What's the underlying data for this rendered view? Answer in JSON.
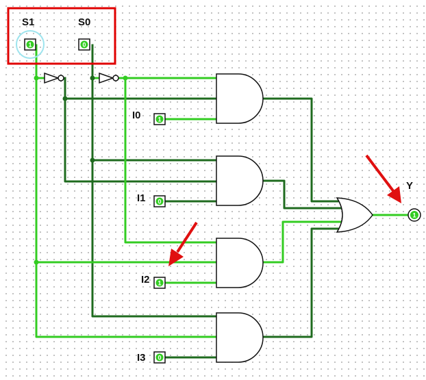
{
  "colors": {
    "wire_on": "#33cc22",
    "wire_off": "#1f6b1f",
    "highlight_box": "#e00000",
    "arrow": "#e01010",
    "selection_ring": "#9ee4ee"
  },
  "selects": [
    {
      "name": "S1",
      "value": "1"
    },
    {
      "name": "S0",
      "value": "0"
    }
  ],
  "data_inputs": [
    {
      "name": "I0",
      "value": "1"
    },
    {
      "name": "I1",
      "value": "0"
    },
    {
      "name": "I2",
      "value": "1"
    },
    {
      "name": "I3",
      "value": "0"
    }
  ],
  "output": {
    "name": "Y",
    "value": "1"
  },
  "gates": {
    "not_count": 2,
    "and_count": 4,
    "or_count": 1
  },
  "annotations": {
    "arrow_count": 2,
    "highlight_box": "select inputs"
  }
}
